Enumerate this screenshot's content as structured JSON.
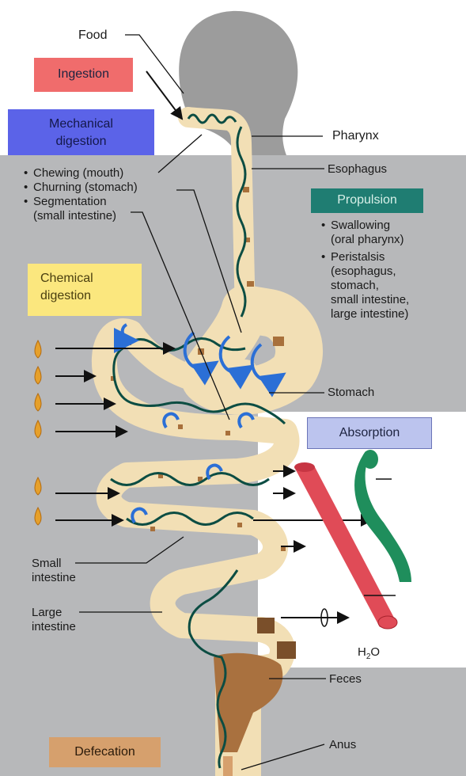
{
  "colors": {
    "ingestion": "#f06c6c",
    "mechanical": "#5b63e8",
    "propulsion": "#1f7d72",
    "chemical": "#fbe77e",
    "absorption": "#bcc4ee",
    "defecation": "#d6a06d",
    "tract": "#f2dfb5",
    "feces": "#a9713f",
    "blood_vessel": "#e04b57",
    "lymph_vessel": "#1f8e5c",
    "wave_line": "#0c4d43",
    "churn_arrows": "#2b6fd6",
    "background_gray": "#b7b8ba",
    "silhouette": "#9c9c9c",
    "enzyme_drop": "#e6a02b"
  },
  "boxes": {
    "ingestion": "Ingestion",
    "mechanical": [
      "Mechanical",
      "digestion"
    ],
    "propulsion": "Propulsion",
    "chemical": [
      "Chemical",
      "digestion"
    ],
    "absorption": "Absorption",
    "defecation": "Defecation"
  },
  "mechanical_list": [
    "Chewing (mouth)",
    "Churning (stomach)",
    "Segmentation",
    "(small intestine)"
  ],
  "propulsion_list": [
    [
      "Swallowing",
      "(oral pharynx)"
    ],
    [
      "Peristalsis",
      "(esophagus,",
      "stomach,",
      "small intestine,",
      "large intestine)"
    ]
  ],
  "labels": {
    "food": "Food",
    "pharynx": "Pharynx",
    "esophagus": "Esophagus",
    "stomach": "Stomach",
    "small_intestine": [
      "Small",
      "intestine"
    ],
    "large_intestine": [
      "Large",
      "intestine"
    ],
    "feces": "Feces",
    "anus": "Anus",
    "water": {
      "main": "H",
      "sub": "2",
      "tail": "O"
    }
  }
}
